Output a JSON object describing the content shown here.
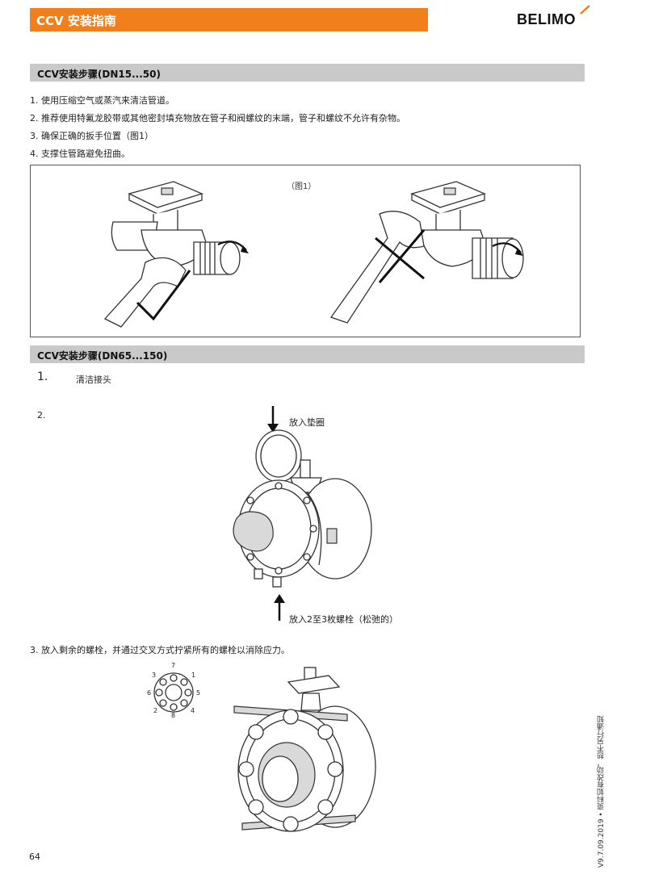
{
  "header": {
    "title": "CCV 安装指南",
    "brand": "BELIMO"
  },
  "section1": {
    "title": "CCV安装步骤(DN15...50)",
    "steps": [
      "1. 使用压缩空气或蒸汽来清洁管道。",
      "2. 推荐使用特氟龙胶带或其他密封填充物放在管子和阀螺纹的末端，管子和螺纹不允许有杂物。",
      "3. 确保正确的扳手位置（图1）",
      "4. 支撑住管路避免扭曲。"
    ],
    "figure_caption": "（图1）"
  },
  "section2": {
    "title": "CCV安装步骤(DN65...150)",
    "step1_num": "1.",
    "step1_text": "清洁接头",
    "step2_num": "2.",
    "label_gasket": "放入垫圈",
    "label_bolts": "放入2至3枚螺栓（松弛的）",
    "step3_text": "3. 放入剩余的螺栓，并通过交叉方式拧紧所有的螺栓以消除应力。",
    "bolt_order": [
      "7",
      "1",
      "5",
      "4",
      "8",
      "2",
      "6",
      "3"
    ]
  },
  "footer": {
    "page_number": "64",
    "side_note": "V9.7.09.2019 • 资料如有改动，恕不另行通知"
  }
}
